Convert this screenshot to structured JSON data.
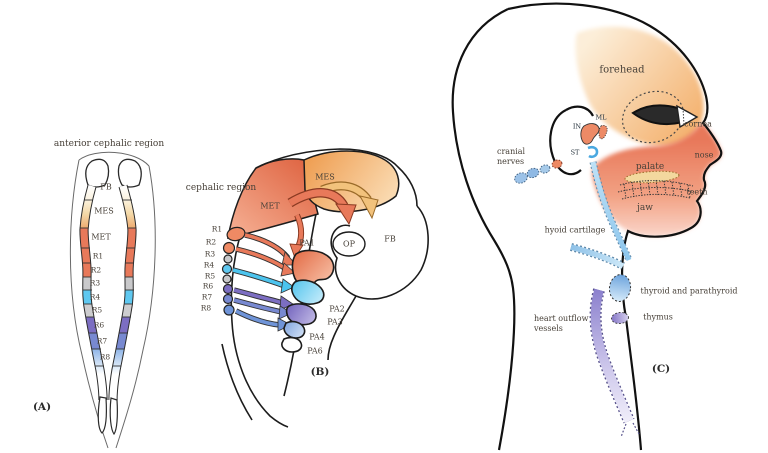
{
  "figure": {
    "panel_a": {
      "tag": "(A)",
      "title": "anterior cephalic region",
      "segments": [
        "FB",
        "MES",
        "MET",
        "R1",
        "R2",
        "R3",
        "R4",
        "R5",
        "R6",
        "R7",
        "R8"
      ]
    },
    "panel_b": {
      "tag": "(B)",
      "title": "cephalic region",
      "mes": "MES",
      "met": "MET",
      "op": "OP",
      "fb": "FB",
      "rhombomeres": [
        "R1",
        "R2",
        "R3",
        "R4",
        "R5",
        "R6",
        "R7",
        "R8"
      ],
      "arches": [
        "PA1",
        "PA2",
        "PA3",
        "PA4",
        "PA6"
      ]
    },
    "panel_c": {
      "tag": "(C)",
      "forehead": "forehead",
      "cornea": "cornea",
      "nose": "nose",
      "palate": "palate",
      "teeth": "teeth",
      "jaw": "jaw",
      "cranial_nerves": "cranial nerves",
      "ossicles": {
        "in": "IN",
        "ml": "ML",
        "st": "ST"
      },
      "hyoid": "hyoid cartilage",
      "thyroid": "thyroid and parathyroid",
      "thymus": "thymus",
      "heart_outflow": "heart outflow vessels"
    },
    "colors": {
      "outline": "#1c1c1c",
      "text": "#474038",
      "cream": "#f4d9a8",
      "orange": "#f0a155",
      "peach": "#f3ad67",
      "salmon": "#e8795a",
      "salmon_light": "#f8c6ad",
      "cyan": "#5fc8f0",
      "gray": "#c9c9cb",
      "purple": "#7c6ec2",
      "blue_purple": "#7889d1",
      "light_blue": "#8fb5e8",
      "pale_blue": "#bfe2f7",
      "lavender": "#8a7fcd"
    }
  }
}
